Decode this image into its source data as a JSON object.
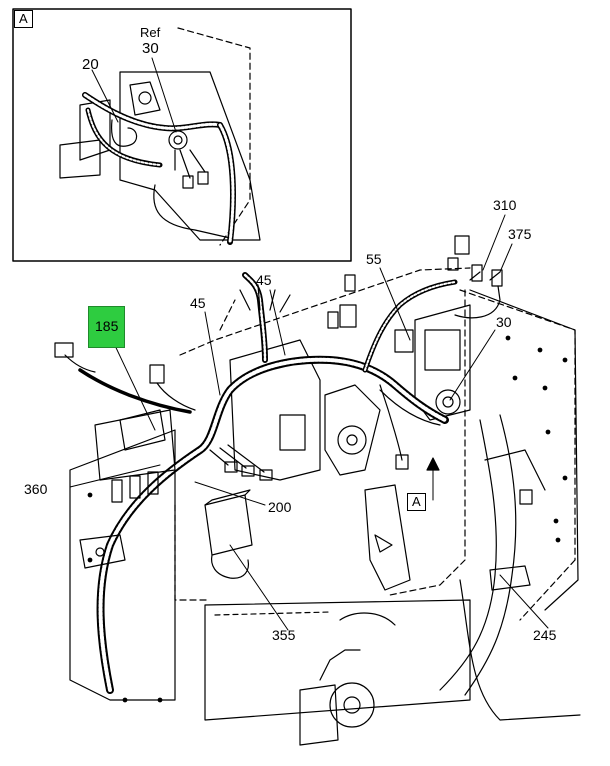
{
  "detail": {
    "box_label": "A",
    "ref_word": "Ref"
  },
  "view_marker": "A",
  "callouts": {
    "c20": "20",
    "c30_detail": "30",
    "c310": "310",
    "c375": "375",
    "c55": "55",
    "c45_top": "45",
    "c45_left": "45",
    "c185": "185",
    "c30_main": "30",
    "c360": "360",
    "c200": "200",
    "c355": "355",
    "c245": "245"
  },
  "highlight_color": "#2ecc40"
}
